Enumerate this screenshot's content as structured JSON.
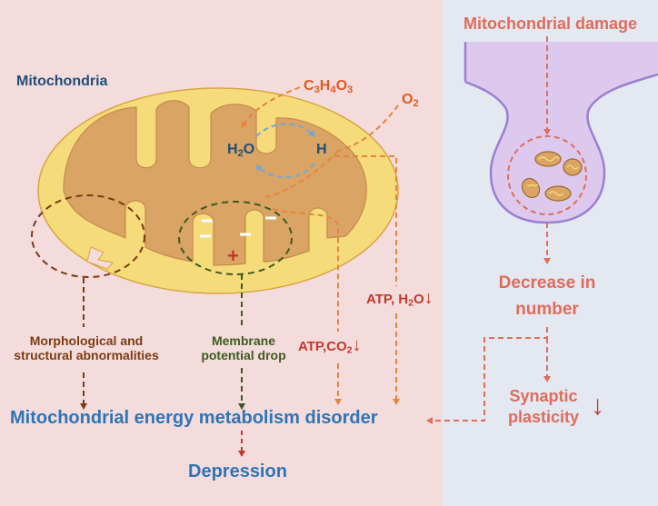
{
  "colors": {
    "left_bg": "#f4dcdc",
    "right_bg": "#e3e8f1",
    "mito_outer": "#f5db7a",
    "mito_inner": "#d9a464",
    "orange": "#e8843a",
    "brown": "#7b3b12",
    "green": "#3d5a1e",
    "blue_text": "#2e75b6",
    "dark_blue": "#1f4e79",
    "red_text": "#c0392b",
    "salmon": "#e06c5c",
    "neuron_fill": "#ddc9ee",
    "neuron_stroke": "#9b7fd1"
  },
  "labels": {
    "mitochondria": "Mitochondria",
    "pyruvate": {
      "c": "C",
      "c_sub": "3",
      "h": "H",
      "h_sub": "4",
      "o": "O",
      "o_sub": "3"
    },
    "oxygen": {
      "o": "O",
      "sub": "2"
    },
    "water": {
      "h": "H",
      "sub": "2",
      "o": "O"
    },
    "hydrogen": "H",
    "plus": "+",
    "atp_h2o": {
      "text": "ATP, H",
      "sub": "2",
      "o": "O",
      "arrow": "↓"
    },
    "atp_co2": {
      "text": "ATP,CO",
      "sub": "2",
      "arrow": "↓"
    },
    "morph_line1": "Morphological and",
    "morph_line2": "structural abnormalities",
    "membrane_line1": "Membrane",
    "membrane_line2": "potential drop",
    "disorder": "Mitochondrial energy metabolism disorder",
    "depression": "Depression",
    "damage": "Mitochondrial damage",
    "decrease_line1": "Decrease in",
    "decrease_line2": "number",
    "synaptic_line1": "Synaptic",
    "synaptic_line2": "plasticity",
    "synaptic_arrow": "↓"
  }
}
